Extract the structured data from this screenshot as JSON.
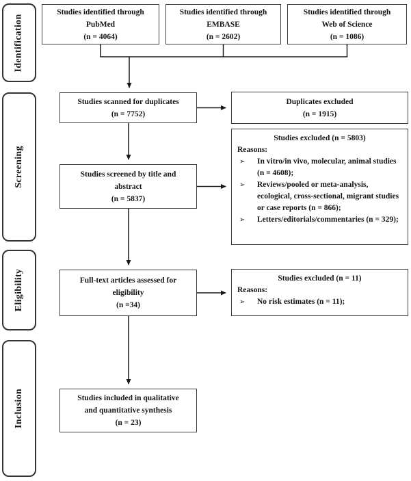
{
  "stages": [
    {
      "label": "Identification"
    },
    {
      "label": "Screening"
    },
    {
      "label": "Eligibility"
    },
    {
      "label": "Inclusion"
    }
  ],
  "sources": [
    {
      "lines": [
        "Studies identified through",
        "PubMed",
        "(n = 4064)"
      ]
    },
    {
      "lines": [
        "Studies identified through",
        "EMBASE",
        "(n = 2602)"
      ]
    },
    {
      "lines": [
        "Studies identified through",
        "Web of Science",
        "(n = 1086)"
      ]
    }
  ],
  "flow": {
    "scanned": {
      "lines": [
        "Studies scanned for duplicates",
        "(n = 7752)"
      ]
    },
    "screened": {
      "lines": [
        "Studies screened by title and",
        "abstract",
        "(n = 5837)"
      ]
    },
    "fulltext": {
      "lines": [
        "Full-text articles assessed for",
        "eligibility",
        "(n =34)"
      ]
    },
    "included": {
      "lines": [
        "Studies included in qualitative",
        "and quantitative synthesis",
        "(n = 23)"
      ]
    }
  },
  "exclusions": {
    "duplicates": {
      "lines": [
        "Duplicates excluded",
        "(n = 1915)"
      ]
    },
    "screening": {
      "title": "Studies excluded (n = 5803)",
      "reasons_label": "Reasons:",
      "bullet_char": "➢",
      "items": [
        "In vitro/in vivo, molecular, animal studies (n = 4608);",
        "Reviews/pooled or meta-analysis, ecological, cross-sectional, migrant studies or case reports (n = 866);",
        "Letters/editorials/commentaries (n = 329);"
      ]
    },
    "eligibility": {
      "title": "Studies excluded (n = 11)",
      "reasons_label": "Reasons:",
      "bullet_char": "➢",
      "items": [
        "No risk estimates (n = 11);"
      ]
    }
  },
  "colors": {
    "box_border": "#3a3a3a",
    "stage_border": "#333333",
    "line": "#1a1a1a",
    "text": "#141414",
    "background": "#ffffff"
  }
}
